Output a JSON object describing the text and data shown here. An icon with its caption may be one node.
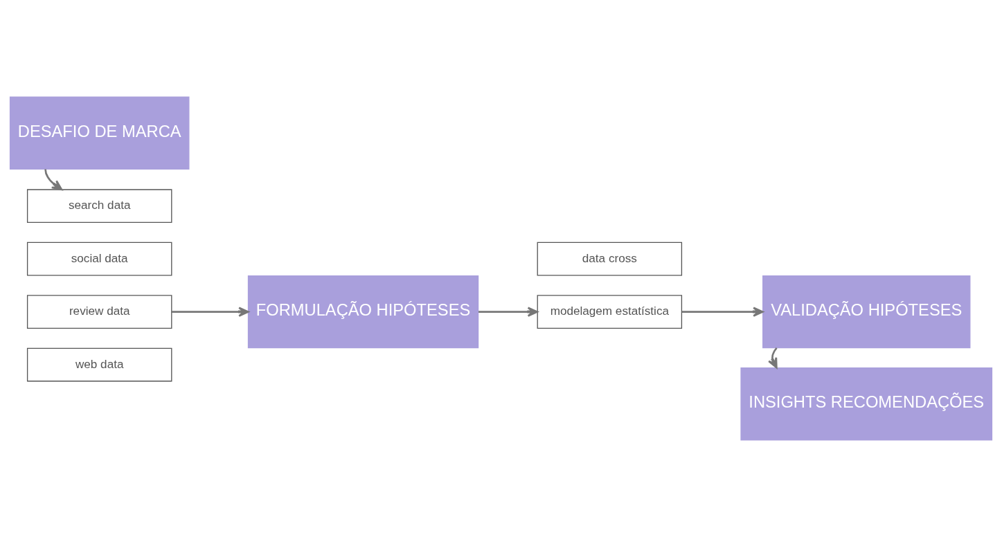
{
  "diagram": {
    "nodes": [
      {
        "text": [
          "DESAFIO DE MARCA"
        ]
      },
      {
        "text": [
          "search data"
        ]
      },
      {
        "text": [
          "social data"
        ]
      },
      {
        "text": [
          "review data"
        ]
      },
      {
        "text": [
          "web data"
        ]
      },
      {
        "text": [
          "FORMULAÇÃO HIPÓTESES"
        ]
      },
      {
        "text": [
          "data cross"
        ]
      },
      {
        "text": [
          "modelagem estatística"
        ]
      },
      {
        "text": [
          "VALIDAÇÃO HIPÓTESES"
        ]
      },
      {
        "text": [
          "INSIGHTS RECOMENDAÇÕES"
        ]
      }
    ],
    "edges": [
      {
        "from": 0,
        "to": 1,
        "arrow": "to"
      },
      {
        "from": 3,
        "to": 5,
        "arrow": "to"
      },
      {
        "from": 5,
        "to": 7,
        "arrow": "to"
      },
      {
        "from": 7,
        "to": 8,
        "arrow": "to"
      },
      {
        "from": 8,
        "to": 9,
        "arrow": "to"
      }
    ]
  }
}
